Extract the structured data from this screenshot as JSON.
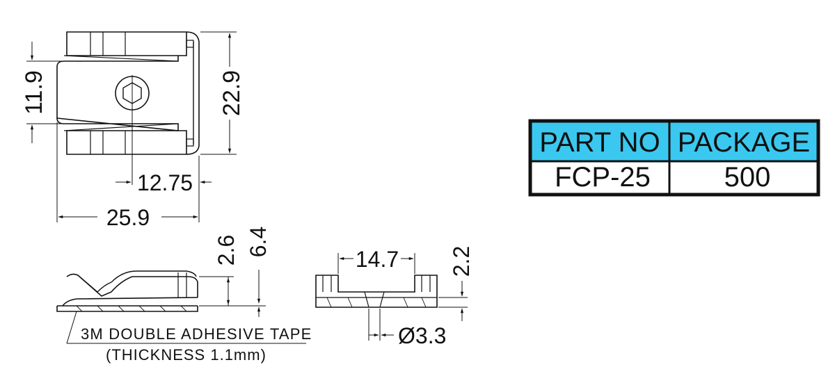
{
  "dimensions": {
    "height_left": "11.9",
    "height_right": "22.9",
    "hole_offset": "12.75",
    "overall_width": "25.9",
    "clip_height": "2.6",
    "total_height": "6.4",
    "inner_width": "14.7",
    "base_height": "2.2",
    "hole_diameter": "Ø3.3"
  },
  "notes": {
    "tape": "3M DOUBLE ADHESIVE TAPE",
    "thickness": "(THICKNESS 1.1mm)"
  },
  "table": {
    "header_col1": "PART NO",
    "header_col2": "PACKAGE",
    "row_col1": "FCP-25",
    "row_col2": "500",
    "header_color": "#3ac8f0",
    "border_color": "#111111"
  }
}
